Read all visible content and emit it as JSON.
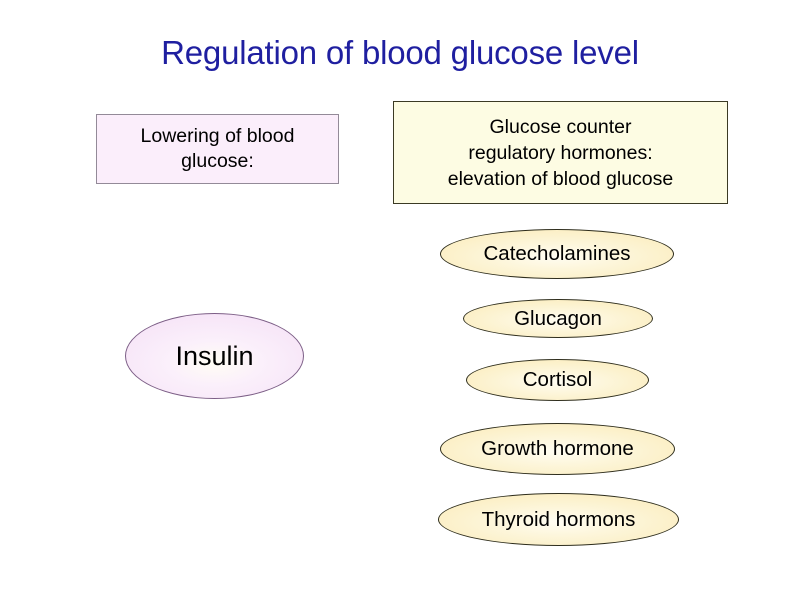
{
  "slide": {
    "title": "Regulation of blood glucose level",
    "title_color": "#1f1fa0",
    "background_color": "#ffffff"
  },
  "boxes": [
    {
      "id": "lowering",
      "lines": [
        "Lowering of blood",
        "glucose:"
      ],
      "text": "Lowering of blood glucose:",
      "fill_color": "#fbeefb",
      "border_color": "#938a98"
    },
    {
      "id": "counter_regulatory",
      "lines": [
        "Glucose counter",
        "regulatory hormones:",
        "elevation of blood glucose"
      ],
      "text": "Glucose counter regulatory hormones: elevation of blood glucose",
      "fill_color": "#fdfce3",
      "border_color": "#3b3a24"
    }
  ],
  "lowering_hormones": [
    {
      "id": "insulin",
      "label": "Insulin",
      "fill_color": "#f6e4f7",
      "border_color": "#7c5e86"
    }
  ],
  "counter_regulatory_hormones": [
    {
      "id": "catecholamines",
      "label": "Catecholamines",
      "fill_color": "#fbeec2",
      "border_color": "#2f2e1d"
    },
    {
      "id": "glucagon",
      "label": "Glucagon",
      "fill_color": "#fbeec2",
      "border_color": "#2f2e1d"
    },
    {
      "id": "cortisol",
      "label": "Cortisol",
      "fill_color": "#fbeec2",
      "border_color": "#2f2e1d"
    },
    {
      "id": "growth_hormone",
      "label": "Growth hormone",
      "fill_color": "#fbeec2",
      "border_color": "#2f2e1d"
    },
    {
      "id": "thyroid_hormons",
      "label": "Thyroid hormons",
      "fill_color": "#fbeec2",
      "border_color": "#2f2e1d"
    }
  ]
}
